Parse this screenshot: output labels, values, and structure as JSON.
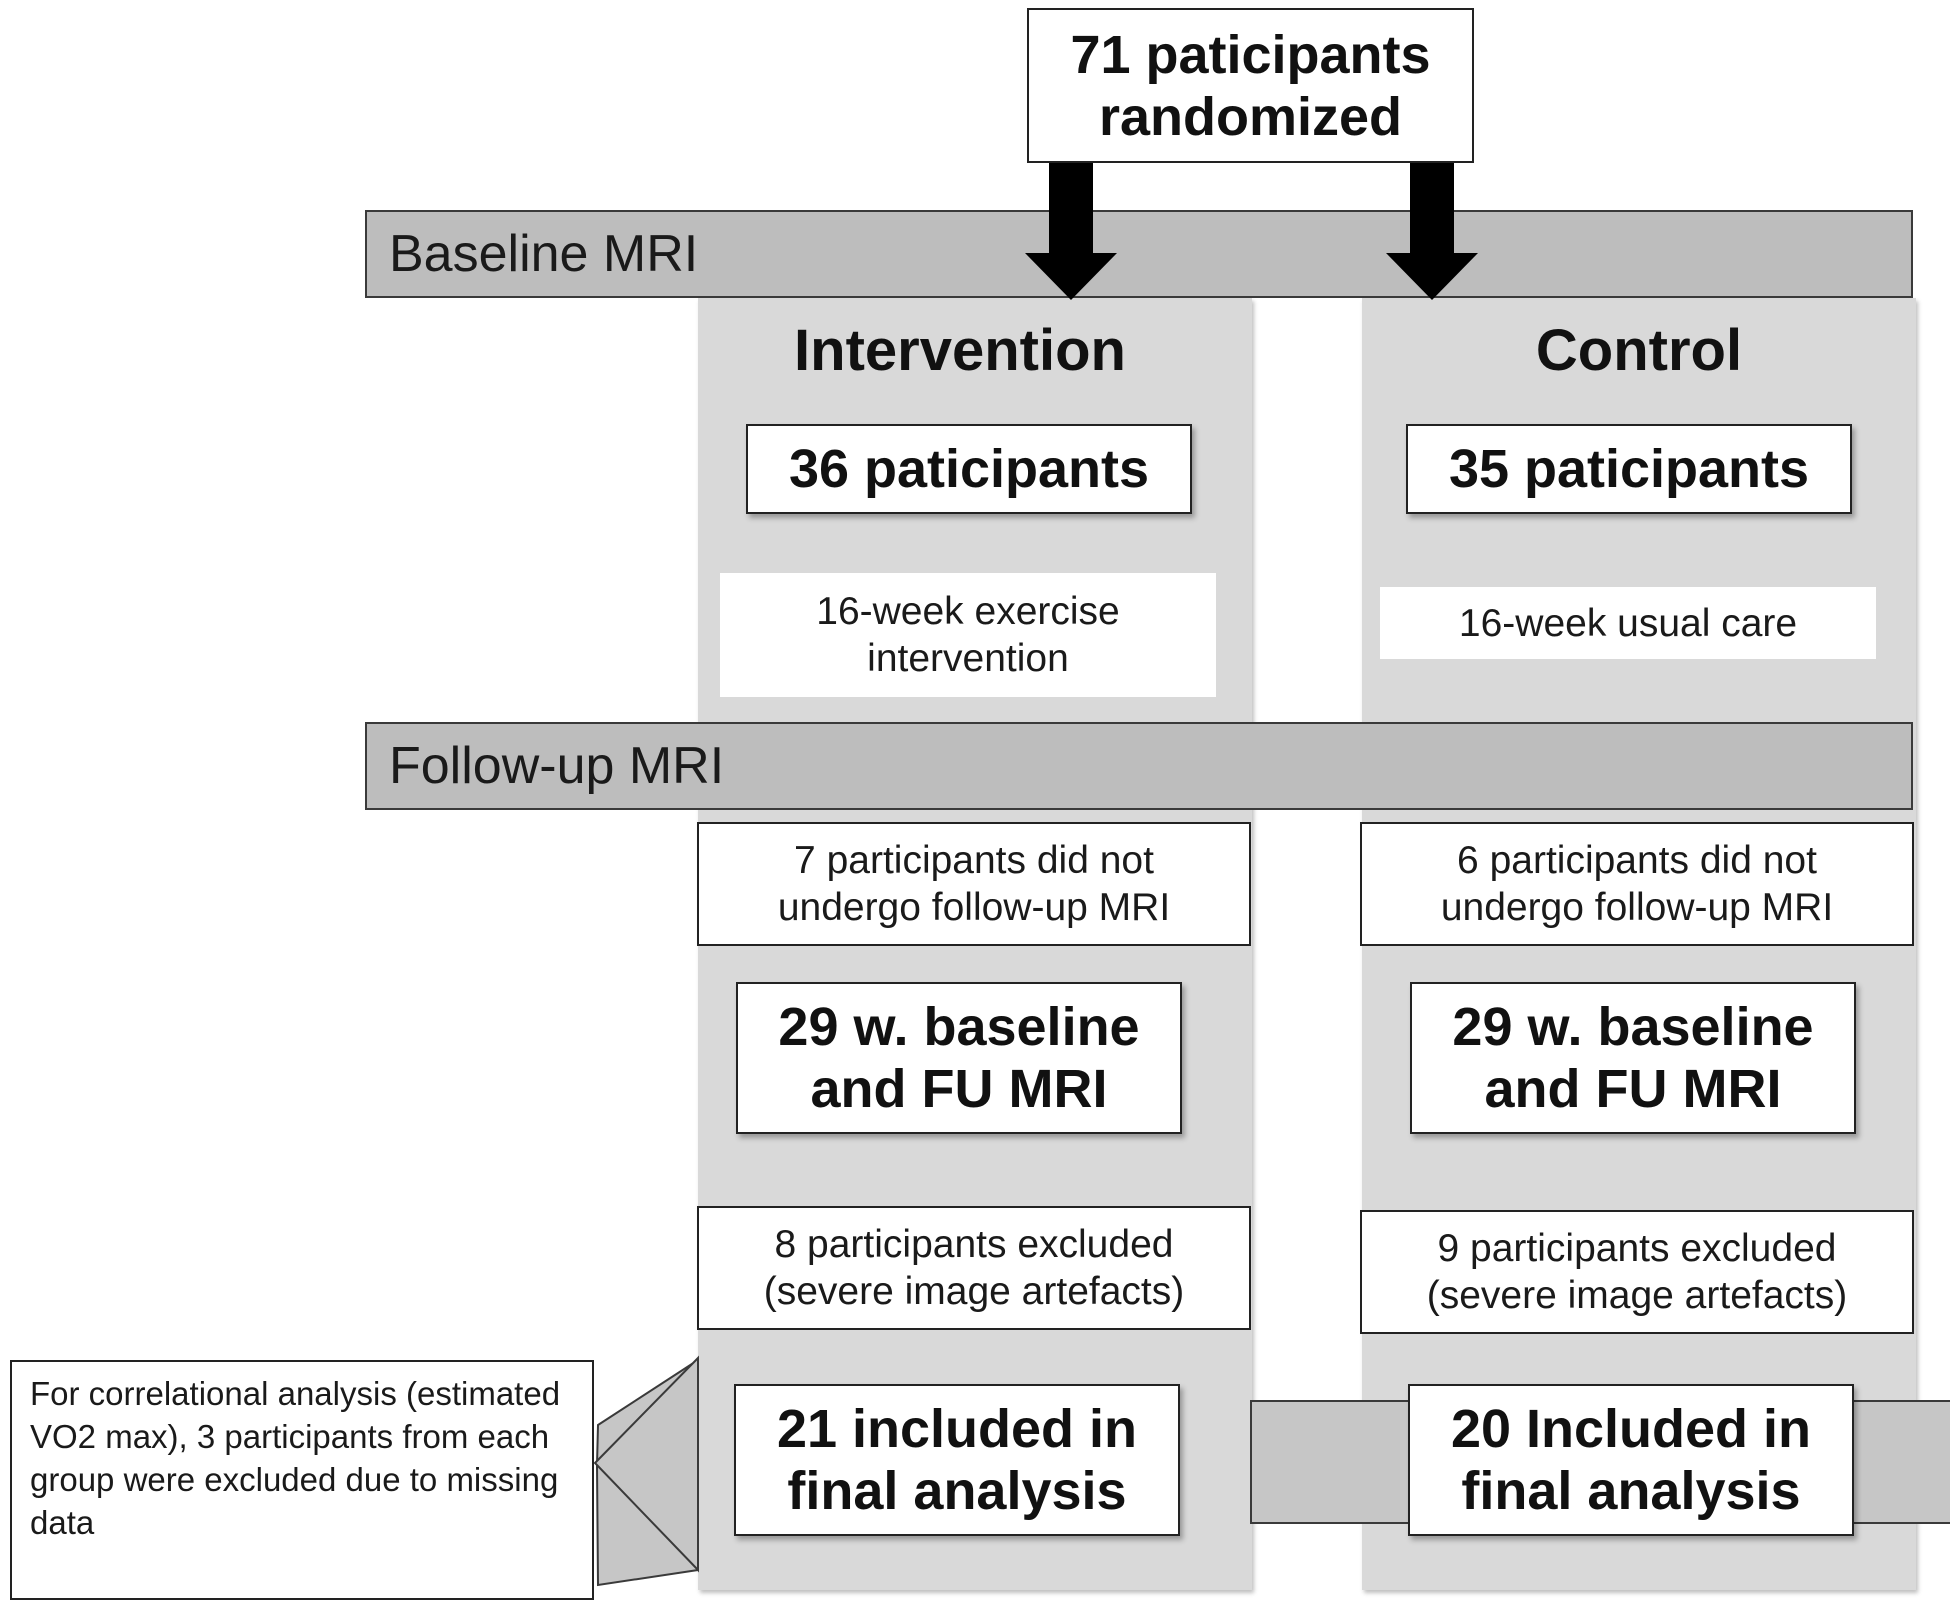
{
  "top_box": "71 paticipants\nrandomized",
  "bands": {
    "baseline": "Baseline MRI",
    "followup": "Follow-up MRI"
  },
  "intervention": {
    "title": "Intervention",
    "participants": "36 paticipants",
    "treatment": "16-week exercise\nintervention",
    "no_followup": "7 participants did not\nundergo follow-up MRI",
    "with_mri": "29 w. baseline\nand FU MRI",
    "excluded": "8 participants excluded\n(severe image artefacts)",
    "final": "21 included in\nfinal analysis"
  },
  "control": {
    "title": "Control",
    "participants": "35 paticipants",
    "treatment": "16-week usual care",
    "no_followup": "6 participants did not\nundergo follow-up MRI",
    "with_mri": "29 w. baseline\nand FU MRI",
    "excluded": "9 participants excluded\n(severe image artefacts)",
    "final": "20 Included in\nfinal analysis"
  },
  "note": "For correlational analysis (estimated VO2 max), 3 participants from each group were excluded due to missing data"
}
